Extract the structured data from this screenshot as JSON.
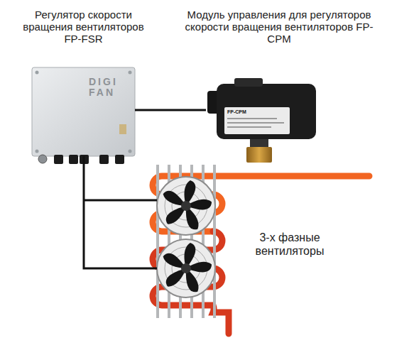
{
  "diagram": {
    "nodes": [
      {
        "text": [
          "Регулятор скорости вращения вентиляторов FP-FSR",
          "DIGI FAN"
        ]
      },
      {
        "text": [
          "Модуль управления для регуляторов скорости вращения вентиляторов FP-CPM",
          "FP-CPM"
        ]
      },
      {
        "text": [
          "3-х фазные вентиляторы"
        ]
      }
    ],
    "edges": [
      {
        "from": 0,
        "to": 1,
        "arrow": "none"
      },
      {
        "from": 0,
        "to": 2,
        "arrow": "none"
      }
    ]
  }
}
